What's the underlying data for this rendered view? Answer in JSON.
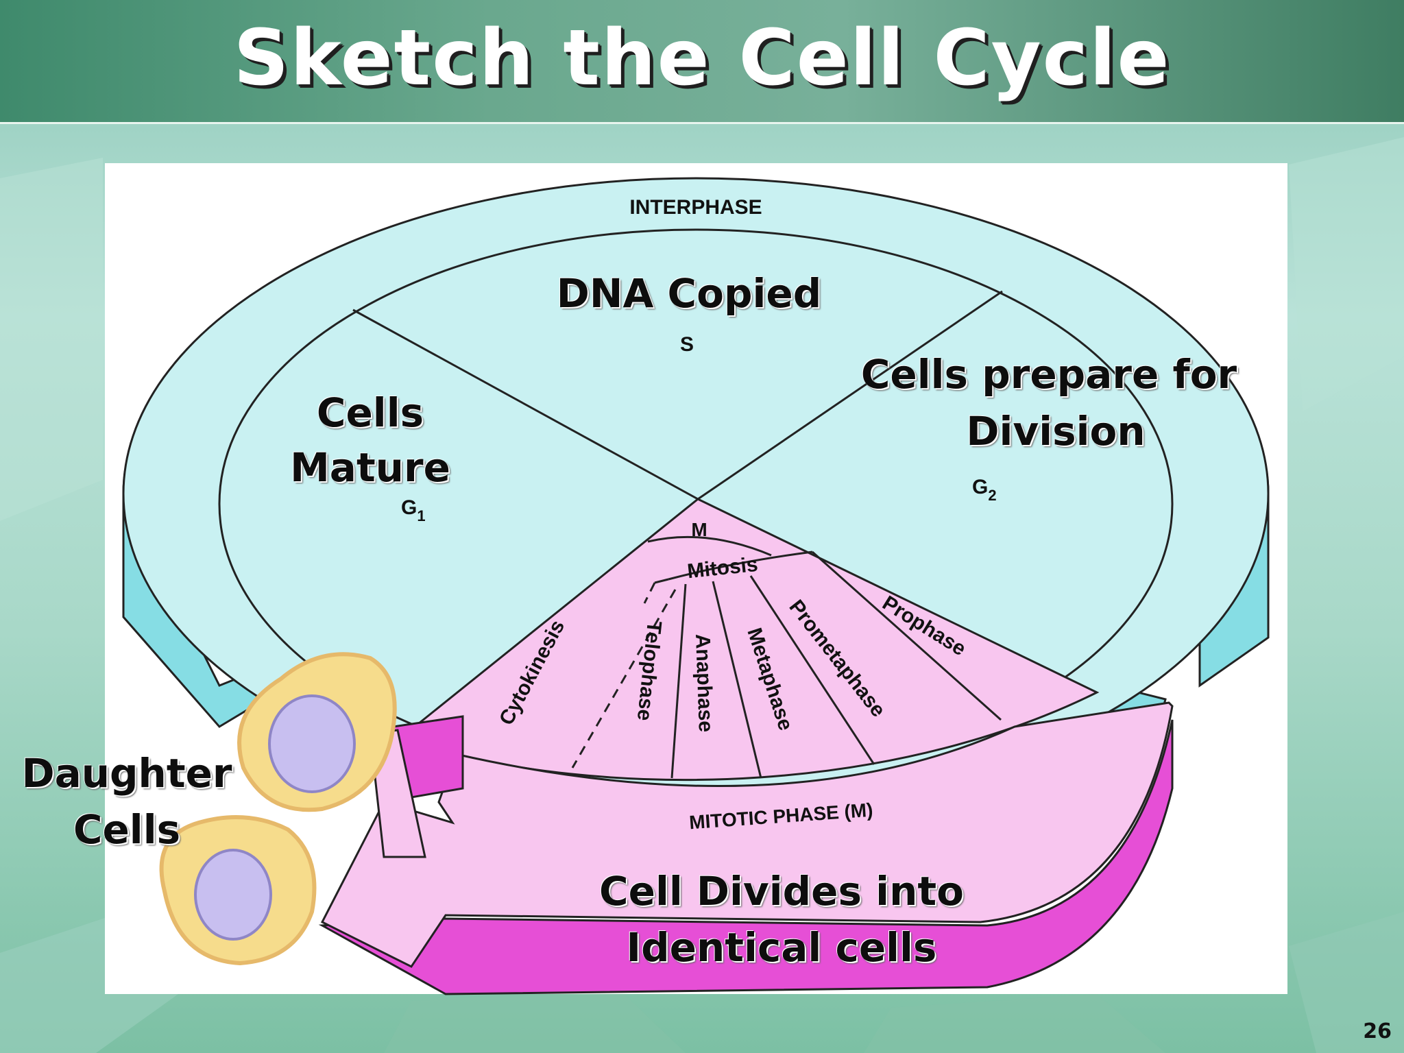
{
  "slide": {
    "title": "Sketch the Cell Cycle",
    "page_number": "26"
  },
  "diagram": {
    "interphase_label": "INTERPHASE",
    "s_label": "S",
    "g1_label": "G",
    "g1_sub": "1",
    "g2_label": "G",
    "g2_sub": "2",
    "m_label": "M",
    "mitosis_label": "Mitosis",
    "mitotic_phase_label": "MITOTIC PHASE (M)",
    "stages": [
      "Prophase",
      "Prometaphase",
      "Metaphase",
      "Anaphase",
      "Telophase",
      "Cytokinesis"
    ]
  },
  "annotations": {
    "dna_copied": "DNA Copied",
    "cells_mature_1": "Cells",
    "cells_mature_2": "Mature",
    "cells_prepare_1": "Cells prepare for",
    "cells_prepare_2": "Division",
    "daughter_1": "Daughter",
    "daughter_2": "Cells",
    "divides_1": "Cell Divides into",
    "divides_2": "Identical cells"
  },
  "colors": {
    "interphase_fill": "#c9f1f2",
    "interphase_side": "#86dde4",
    "mitotic_fill": "#f8c6ef",
    "mitotic_side": "#e64fd6",
    "daughter_cell": "#f6dc8c",
    "nucleus": "#c8bff0"
  }
}
